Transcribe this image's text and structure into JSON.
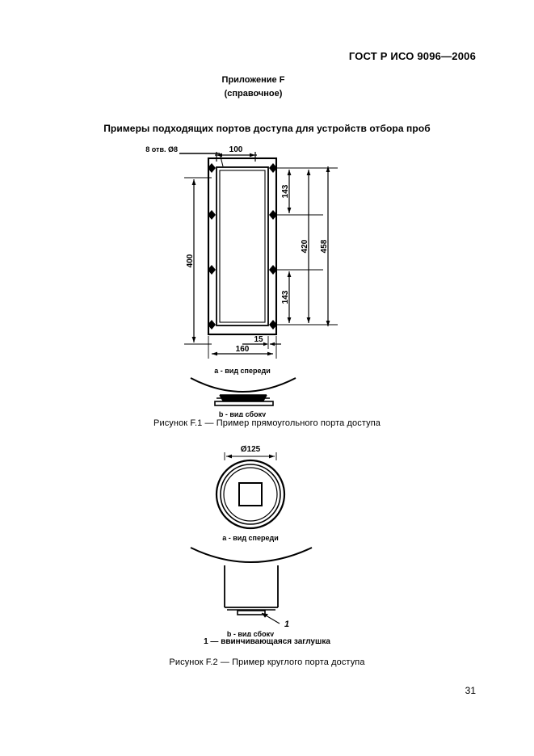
{
  "document": {
    "standard_header": "ГОСТ Р ИСО 9096—2006",
    "annex_title": "Приложение F",
    "annex_subtitle": "(справочное)",
    "section_title": "Примеры подходящих портов доступа для устройств отбора проб",
    "page_number": "31"
  },
  "figure1": {
    "caption": "Рисунок F.1 — Пример прямоугольного порта доступа",
    "view_front_label": "a - вид спереди",
    "view_side_label": "b - вид сбоку",
    "dimensions": {
      "holes_note": "8 отв. Ø8",
      "width_inner": "100",
      "height_left": "400",
      "pitch_top": "143",
      "pitch_bottom": "143",
      "height_mid": "420",
      "height_outer": "458",
      "flange_edge": "15",
      "width_outer": "160"
    }
  },
  "figure2": {
    "caption": "Рисунок F.2 — Пример круглого порта доступа",
    "view_front_label": "a - вид спереди",
    "view_side_label": "b - вид сбоку",
    "dimensions": {
      "diameter": "Ø125"
    },
    "callout": "1",
    "legend_note": "1 — ввинчивающаяся заглушка"
  }
}
